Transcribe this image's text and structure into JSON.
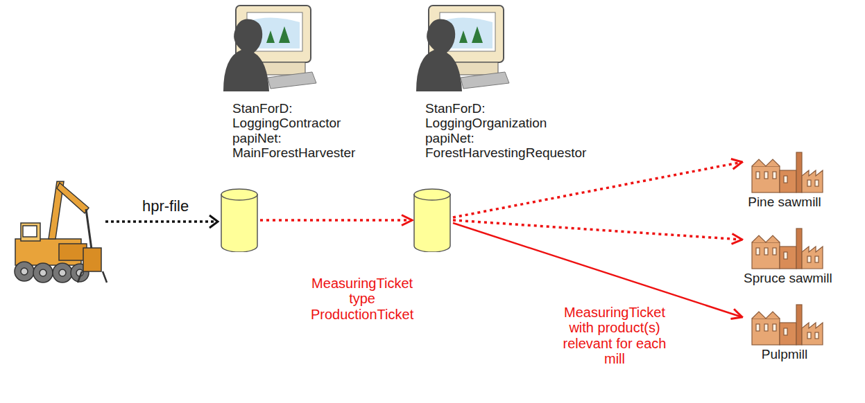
{
  "diagram": {
    "nodes": [
      {
        "text": [
          "StanForD: LoggingContractor papiNet: MainForestHarvester"
        ]
      },
      {
        "text": [
          "StanForD: LoggingOrganization papiNet: ForestHarvestingRequestor"
        ]
      },
      {
        "text": [
          "Pine sawmill"
        ]
      },
      {
        "text": [
          "Spruce sawmill"
        ]
      },
      {
        "text": [
          "Pulpmill"
        ]
      }
    ],
    "edges": [
      {
        "from": 0,
        "to": 1,
        "arrow": "to",
        "label": "MeasuringTicket type ProductionTicket"
      },
      {
        "from": 1,
        "to": 2,
        "arrow": "to"
      },
      {
        "from": 1,
        "to": 3,
        "arrow": "to"
      },
      {
        "from": 1,
        "to": 4,
        "arrow": "to",
        "label": "MeasuringTicket with product(s) relevant for each mill"
      }
    ],
    "labels": [
      "hpr-file"
    ]
  }
}
